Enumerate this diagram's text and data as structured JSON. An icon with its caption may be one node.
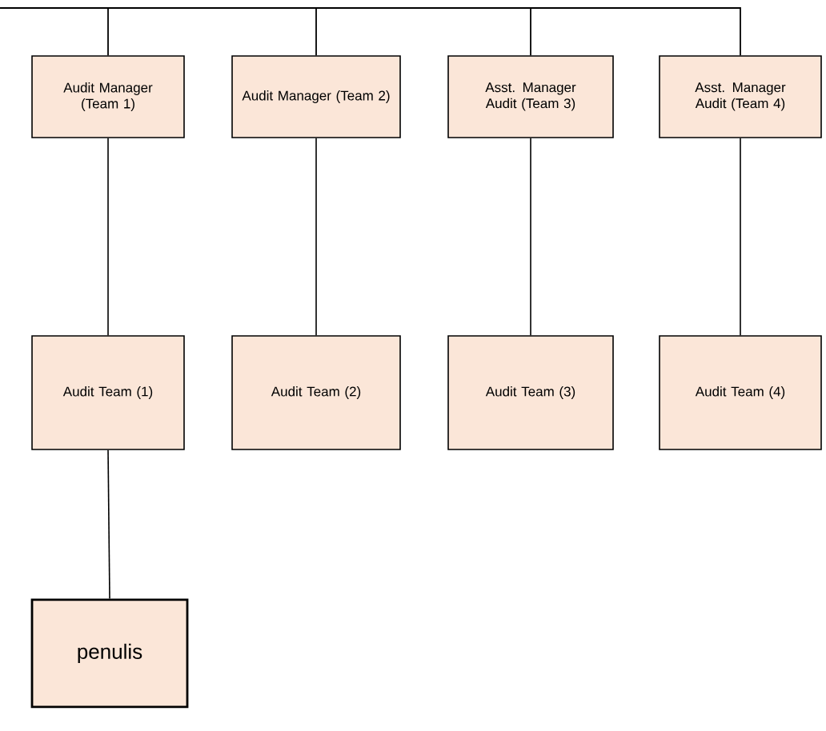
{
  "diagram": {
    "nodes": [
      {
        "text": [
          "Audit Manager (Team 1)"
        ]
      },
      {
        "text": [
          "Audit Manager (Team 2)"
        ]
      },
      {
        "text": [
          "Asst. Manager Audit (Team 3)"
        ]
      },
      {
        "text": [
          "Asst. Manager Audit (Team 4)"
        ]
      },
      {
        "text": [
          "Audit Team (1)"
        ]
      },
      {
        "text": [
          "Audit Team (2)"
        ]
      },
      {
        "text": [
          "Audit Team (3)"
        ]
      },
      {
        "text": [
          "Audit Team (4)"
        ]
      },
      {
        "text": [
          "penulis"
        ]
      }
    ],
    "edges": [
      {
        "from": null,
        "to": 0,
        "arrow": "none"
      },
      {
        "from": null,
        "to": 1,
        "arrow": "none"
      },
      {
        "from": null,
        "to": 2,
        "arrow": "none"
      },
      {
        "from": null,
        "to": 3,
        "arrow": "none"
      },
      {
        "from": 0,
        "to": 4,
        "arrow": "none"
      },
      {
        "from": 1,
        "to": 5,
        "arrow": "none"
      },
      {
        "from": 2,
        "to": 6,
        "arrow": "none"
      },
      {
        "from": 3,
        "to": 7,
        "arrow": "none"
      },
      {
        "from": 4,
        "to": 8,
        "arrow": "none"
      }
    ]
  }
}
